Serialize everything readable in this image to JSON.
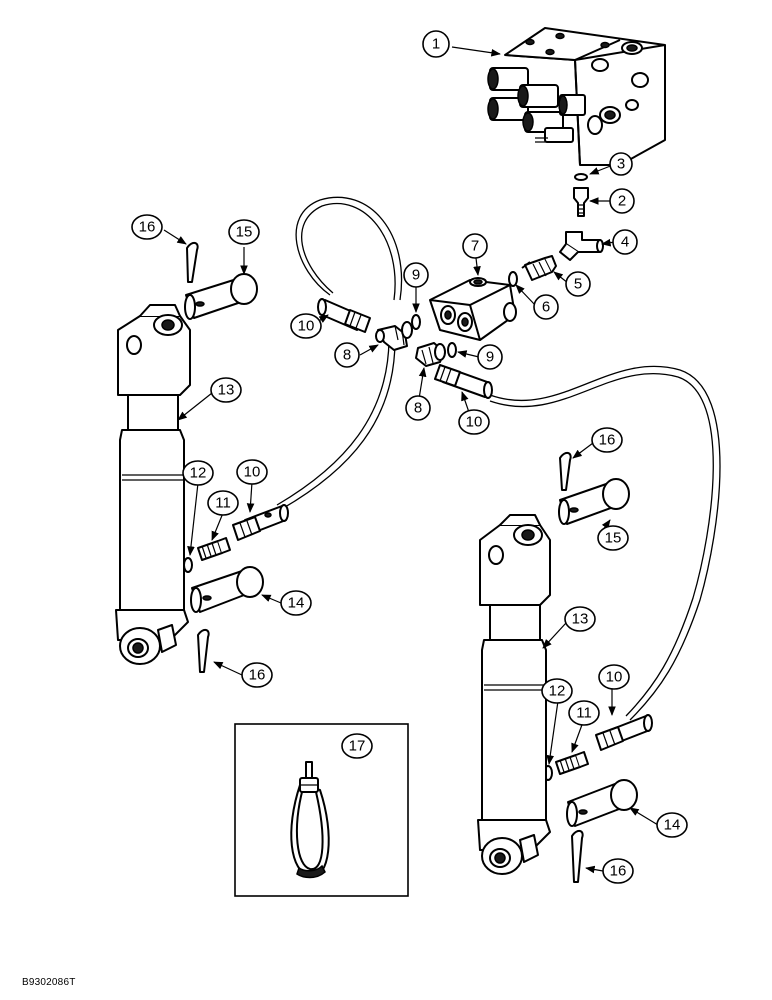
{
  "figure_code": "B9302086T",
  "callouts": [
    "1",
    "2",
    "3",
    "4",
    "5",
    "6",
    "7",
    "8",
    "8",
    "9",
    "9",
    "10",
    "10",
    "10",
    "10",
    "11",
    "11",
    "12",
    "12",
    "13",
    "13",
    "14",
    "14",
    "15",
    "15",
    "16",
    "16",
    "16",
    "16",
    "17"
  ],
  "colors": {
    "line": "#000000",
    "background": "#ffffff"
  }
}
